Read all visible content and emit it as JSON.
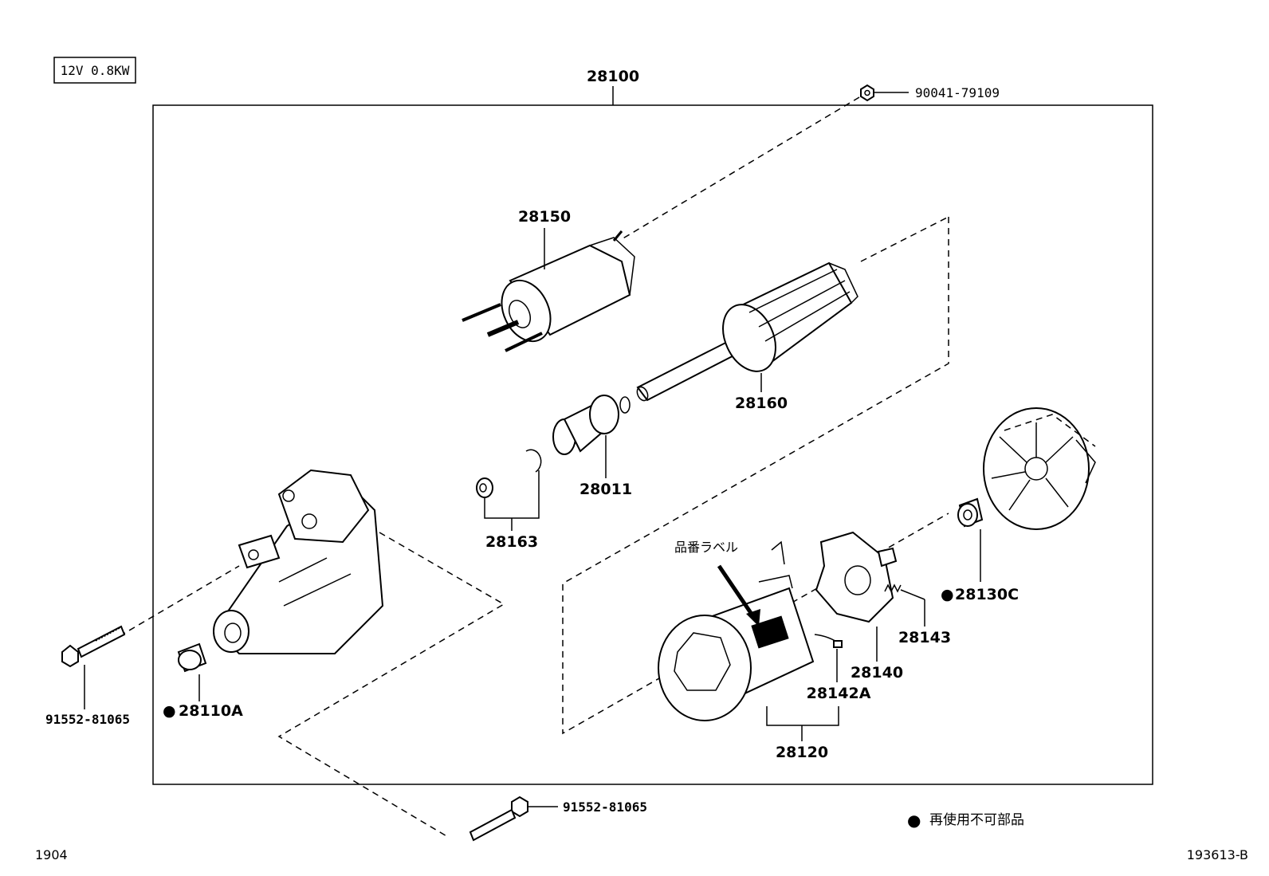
{
  "spec_box": "12V 0.8KW",
  "assembly_number": "28100",
  "footer_left": "1904",
  "footer_right": "193613-B",
  "legend": {
    "bullet": "●",
    "text": "再使用不可部品"
  },
  "product_label_note": "品番ラベル",
  "parts": {
    "nut": "90041-79109",
    "solenoid": "28150",
    "armature": "28160",
    "clutch": "28011",
    "snap_ring": "28163",
    "bearing_front": "28110A",
    "bearing_rear": "28130C",
    "brush_holder": "28140",
    "spring": "28143",
    "brush": "28142A",
    "yoke": "28120",
    "bolt_left": "91552-81065",
    "bolt_bottom": "91552-81065"
  },
  "bullet": "●",
  "colors": {
    "line": "#000000",
    "background": "#ffffff"
  }
}
